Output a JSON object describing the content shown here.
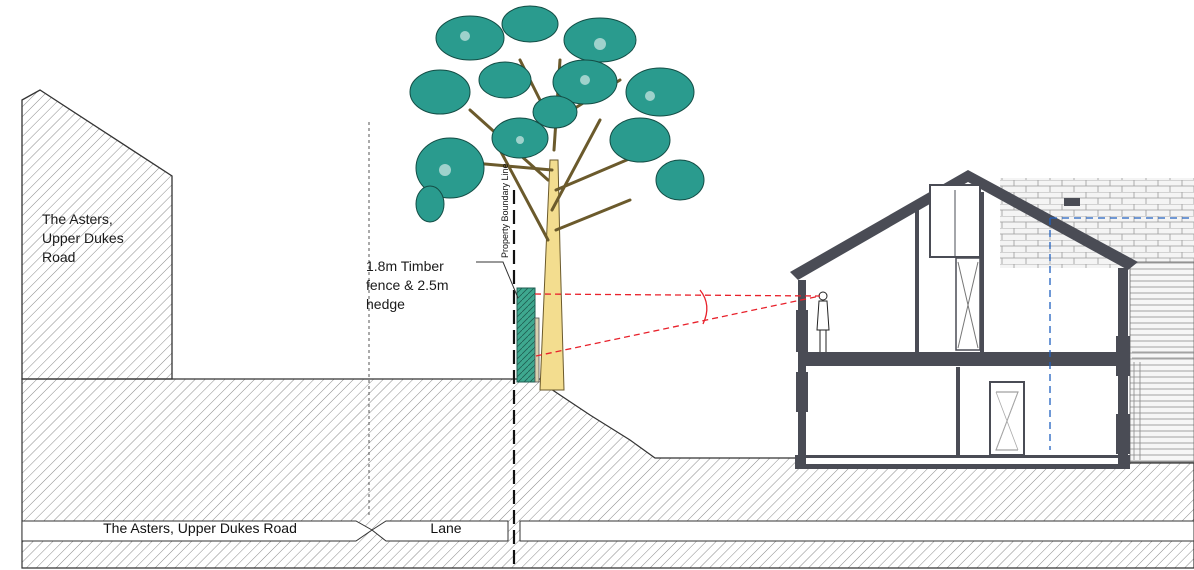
{
  "labels": {
    "neighbour_house": [
      "The Asters,",
      "Upper Dukes",
      "Road"
    ],
    "fence_note": [
      "1.8m Timber",
      "fence & 2.5m",
      "hedge"
    ],
    "boundary": "Property Boundary Line"
  },
  "bar": {
    "left_label": "The Asters, Upper Dukes Road",
    "mid_label": "Lane"
  },
  "colors": {
    "sightline": "#e8212b",
    "foliage": "#2a9b8e",
    "trunk": "#f3dd8f",
    "hedge": "#3ea88f",
    "wall": "#4a4c55",
    "dashed_blue": "#2060c0"
  }
}
